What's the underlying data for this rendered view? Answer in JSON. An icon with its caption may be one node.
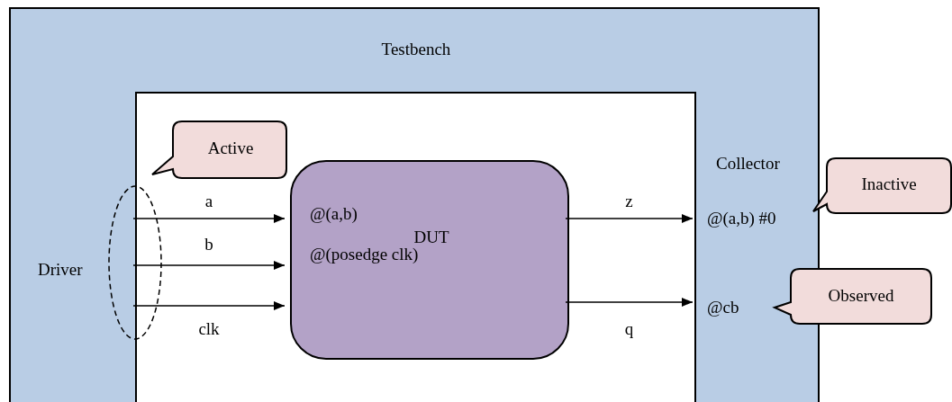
{
  "diagram": {
    "nodes": [
      {
        "text": [
          "Testbench"
        ]
      },
      {
        "text": [],
        "shape": "box",
        "in": 0
      },
      {
        "text": [
          "Driver"
        ],
        "in": 0
      },
      {
        "text": [
          "DUT",
          "@(a,b)",
          "@(posedge clk)"
        ],
        "in": 1
      },
      {
        "text": [
          "Collector",
          "@(a,b) #0",
          "@cb"
        ],
        "in": 0
      },
      {
        "text": [
          "Active"
        ],
        "in": 1
      },
      {
        "text": [
          "Inactive"
        ]
      },
      {
        "text": [
          "Observed"
        ]
      }
    ],
    "edges": [
      {
        "from": 2,
        "to": 3,
        "arrow": "to",
        "label": "a"
      },
      {
        "from": 2,
        "to": 3,
        "arrow": "to",
        "label": "b"
      },
      {
        "from": 2,
        "to": 3,
        "arrow": "to",
        "label": "clk"
      },
      {
        "from": 3,
        "to": 4,
        "arrow": "to",
        "label": "z"
      },
      {
        "from": 3,
        "to": 4,
        "arrow": "to",
        "label": "q"
      }
    ]
  }
}
